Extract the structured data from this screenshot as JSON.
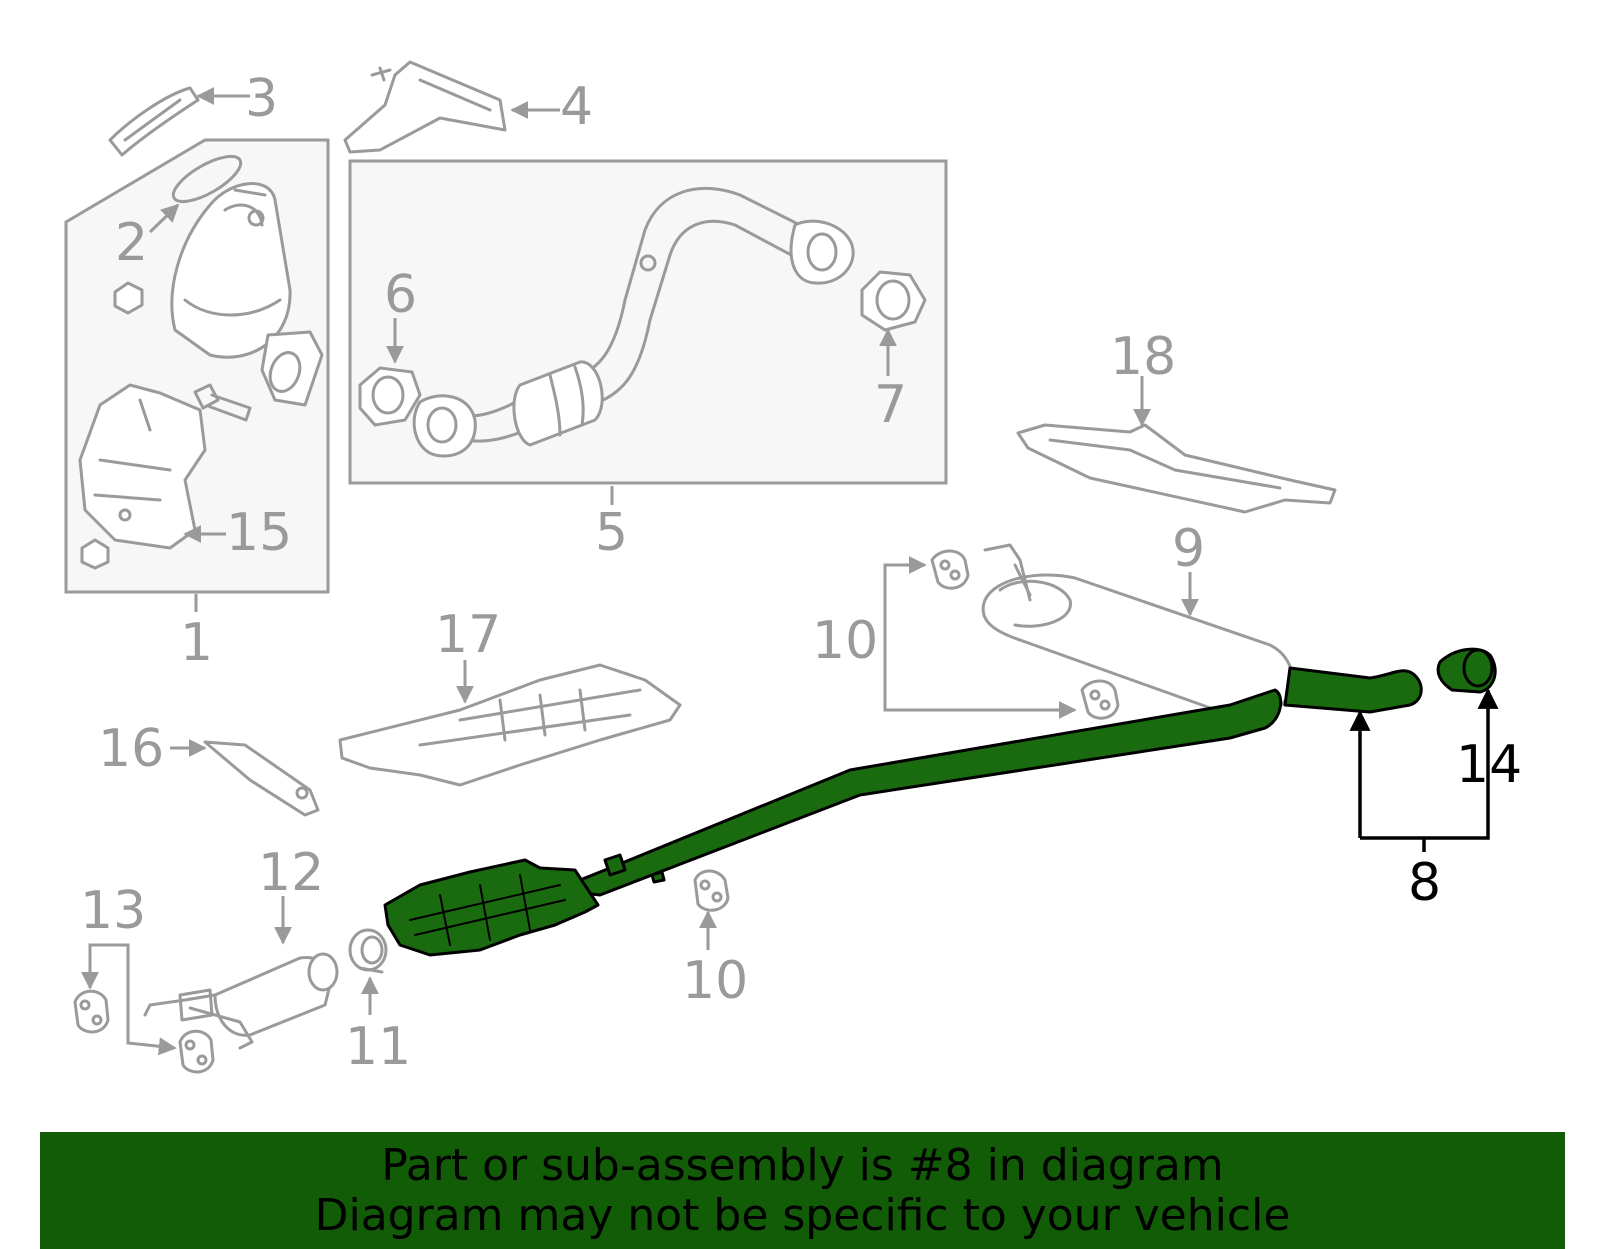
{
  "callouts": {
    "c1": "1",
    "c2": "2",
    "c3": "3",
    "c4": "4",
    "c5": "5",
    "c6": "6",
    "c7": "7",
    "c8": "8",
    "c9": "9",
    "c10a": "10",
    "c10b": "10",
    "c11": "11",
    "c12": "12",
    "c13": "13",
    "c14": "14",
    "c15": "15",
    "c16": "16",
    "c17": "17",
    "c18": "18"
  },
  "banner": {
    "line1": "Part or sub-assembly is #8 in diagram",
    "line2": "Diagram may not be specific to your vehicle"
  },
  "colors": {
    "highlight": "#1a6b10",
    "banner_bg": "#125c07",
    "line_gray": "#9a9a9a"
  }
}
